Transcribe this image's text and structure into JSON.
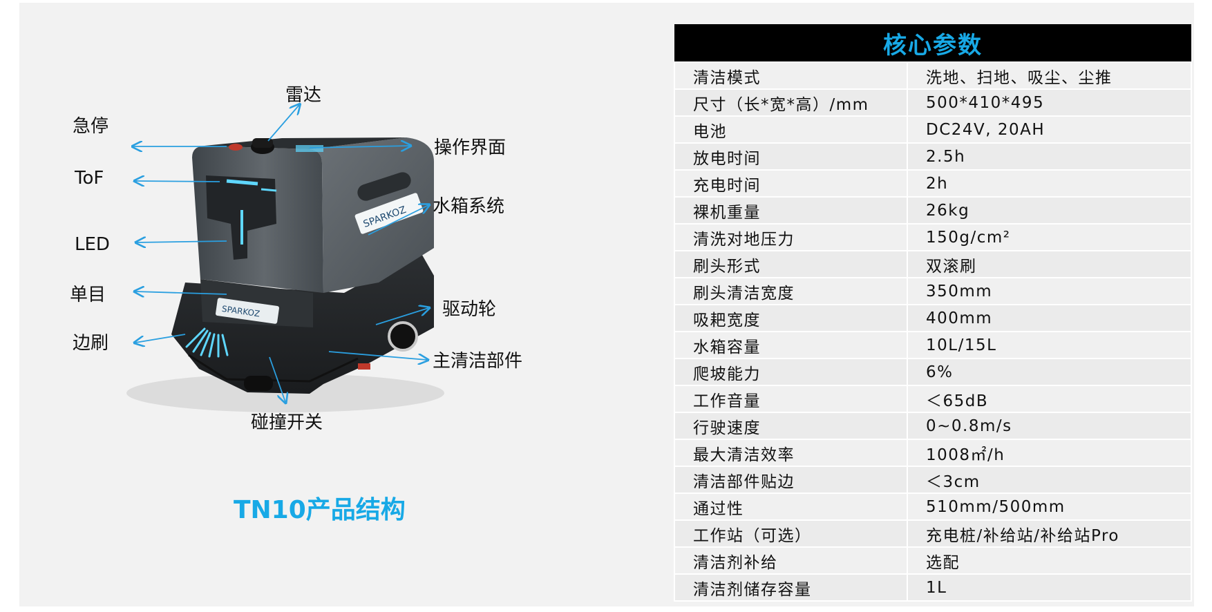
{
  "diagram": {
    "title": "TN10产品结构",
    "callouts": {
      "estop": "急停",
      "tof": "ToF",
      "led": "LED",
      "mono": "单目",
      "side_brush": "边刷",
      "radar": "雷达",
      "ui": "操作界面",
      "water_tank": "水箱系统",
      "drive_wheel": "驱动轮",
      "main_clean": "主清洁部件",
      "bumper": "碰撞开关"
    },
    "logo_text": "SPARKOZ"
  },
  "specs": {
    "header": "核心参数",
    "rows": [
      {
        "label": "清洁模式",
        "value": "洗地、扫地、吸尘、尘推"
      },
      {
        "label": "尺寸（长*宽*高）/mm",
        "value": "500*410*495"
      },
      {
        "label": "电池",
        "value": "DC24V, 20AH"
      },
      {
        "label": "放电时间",
        "value": "2.5h"
      },
      {
        "label": "充电时间",
        "value": "2h"
      },
      {
        "label": "裸机重量",
        "value": "26kg"
      },
      {
        "label": "清洗对地压力",
        "value": "150g/cm²"
      },
      {
        "label": "刷头形式",
        "value": "双滚刷"
      },
      {
        "label": "刷头清洁宽度",
        "value": "350mm"
      },
      {
        "label": "吸耙宽度",
        "value": "400mm"
      },
      {
        "label": "水箱容量",
        "value": "10L/15L"
      },
      {
        "label": "爬坡能力",
        "value": "6%"
      },
      {
        "label": "工作音量",
        "value": "＜65dB"
      },
      {
        "label": "行驶速度",
        "value": "0~0.8m/s"
      },
      {
        "label": "最大清洁效率",
        "value": "1008㎡/h"
      },
      {
        "label": "清洁部件贴边",
        "value": "＜3cm"
      },
      {
        "label": "通过性",
        "value": "510mm/500mm"
      },
      {
        "label": "工作站（可选）",
        "value": "充电桩/补给站/补给站Pro"
      },
      {
        "label": "清洁剂补给",
        "value": "选配"
      },
      {
        "label": "清洁剂储存容量",
        "value": "1L"
      }
    ]
  },
  "colors": {
    "accent": "#18a9e6",
    "arrow": "#2a9fe0",
    "header_bg": "#000000",
    "panel_bg": "#f2f2f2"
  }
}
